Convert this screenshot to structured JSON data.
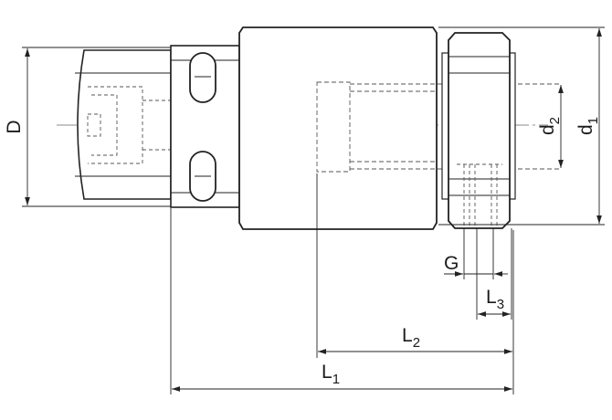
{
  "labels": {
    "D": "D",
    "d1": "d",
    "d1_sub": "1",
    "d2": "d",
    "d2_sub": "2",
    "G": "G",
    "L1": "L",
    "L1_sub": "1",
    "L2": "L",
    "L2_sub": "2",
    "L3": "L",
    "L3_sub": "3"
  }
}
